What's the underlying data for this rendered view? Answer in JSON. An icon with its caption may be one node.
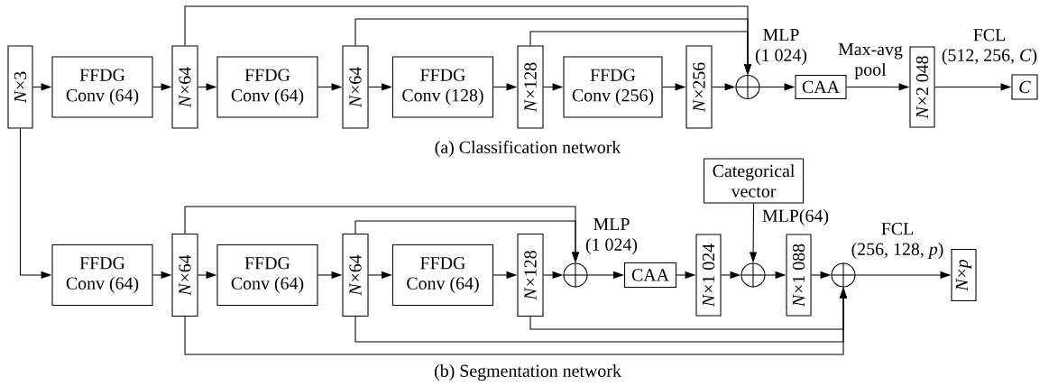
{
  "diagram": {
    "nodes": [
      {
        "text": [
          "*N*×3"
        ]
      },
      {
        "text": [
          "FFDG Conv (64)"
        ]
      },
      {
        "text": [
          "*N*×64"
        ]
      },
      {
        "text": [
          "FFDG Conv (64)"
        ]
      },
      {
        "text": [
          "*N*×64"
        ]
      },
      {
        "text": [
          "FFDG Conv (128)"
        ]
      },
      {
        "text": [
          "*N*×128"
        ]
      },
      {
        "text": [
          "FFDG Conv (256)"
        ]
      },
      {
        "text": [
          "*N*×256"
        ]
      },
      {
        "text": [],
        "shape": "circle",
        "beside": [
          "MLP (1 024)"
        ]
      },
      {
        "text": [
          "CAA"
        ]
      },
      {
        "text": [
          "*N*×2 048"
        ]
      },
      {
        "text": [
          "*C*"
        ]
      },
      {
        "text": [
          "FFDG Conv (64)"
        ]
      },
      {
        "text": [
          "*N*×64"
        ]
      },
      {
        "text": [
          "FFDG Conv (64)"
        ]
      },
      {
        "text": [
          "*N*×64"
        ]
      },
      {
        "text": [
          "FFDG Conv (64)"
        ]
      },
      {
        "text": [
          "*N*×128"
        ]
      },
      {
        "text": [],
        "shape": "circle",
        "beside": [
          "MLP (1 024)"
        ]
      },
      {
        "text": [
          "CAA"
        ]
      },
      {
        "text": [
          "*N*×1 024"
        ]
      },
      {
        "text": [],
        "shape": "circle"
      },
      {
        "text": [
          "*N*×1 088"
        ]
      },
      {
        "text": [],
        "shape": "circle"
      },
      {
        "text": [
          "*N*×*p*"
        ]
      },
      {
        "text": [
          "Categorical vector"
        ]
      }
    ],
    "edges": [
      {
        "from": 0,
        "to": 1,
        "arrow": "to"
      },
      {
        "from": 1,
        "to": 2,
        "arrow": "to"
      },
      {
        "from": 2,
        "to": 3,
        "arrow": "to"
      },
      {
        "from": 3,
        "to": 4,
        "arrow": "to"
      },
      {
        "from": 4,
        "to": 5,
        "arrow": "to"
      },
      {
        "from": 5,
        "to": 6,
        "arrow": "to"
      },
      {
        "from": 6,
        "to": 7,
        "arrow": "to"
      },
      {
        "from": 7,
        "to": 8,
        "arrow": "to"
      },
      {
        "from": 8,
        "to": 9,
        "arrow": "to"
      },
      {
        "from": 2,
        "to": 9,
        "arrow": "to"
      },
      {
        "from": 4,
        "to": 9,
        "arrow": "to"
      },
      {
        "from": 6,
        "to": 9,
        "arrow": "to"
      },
      {
        "from": 9,
        "to": 10,
        "arrow": "to"
      },
      {
        "from": 10,
        "to": 11,
        "arrow": "to",
        "label": "Max-avg pool"
      },
      {
        "from": 11,
        "to": 12,
        "arrow": "to",
        "label": "FCL (512, 256, *C*)"
      },
      {
        "from": 0,
        "to": 13,
        "arrow": "to"
      },
      {
        "from": 13,
        "to": 14,
        "arrow": "to"
      },
      {
        "from": 14,
        "to": 15,
        "arrow": "to"
      },
      {
        "from": 15,
        "to": 16,
        "arrow": "to"
      },
      {
        "from": 16,
        "to": 17,
        "arrow": "to"
      },
      {
        "from": 17,
        "to": 18,
        "arrow": "to"
      },
      {
        "from": 18,
        "to": 19,
        "arrow": "to"
      },
      {
        "from": 14,
        "to": 19,
        "arrow": "to"
      },
      {
        "from": 16,
        "to": 19,
        "arrow": "to"
      },
      {
        "from": 19,
        "to": 20,
        "arrow": "to"
      },
      {
        "from": 20,
        "to": 21,
        "arrow": "to"
      },
      {
        "from": 21,
        "to": 22,
        "arrow": "to"
      },
      {
        "from": 26,
        "to": 22,
        "arrow": "to",
        "label": "MLP(64)"
      },
      {
        "from": 22,
        "to": 23,
        "arrow": "to"
      },
      {
        "from": 23,
        "to": 24,
        "arrow": "to"
      },
      {
        "from": 24,
        "to": 25,
        "arrow": "to",
        "label": "FCL (256, 128, *p*)"
      },
      {
        "from": 18,
        "to": 24,
        "arrow": "to"
      },
      {
        "from": 16,
        "to": 24,
        "arrow": "to"
      },
      {
        "from": 14,
        "to": 24,
        "arrow": "to"
      }
    ],
    "labels": [
      "(a) Classification network",
      "(b) Segmentation network"
    ]
  }
}
